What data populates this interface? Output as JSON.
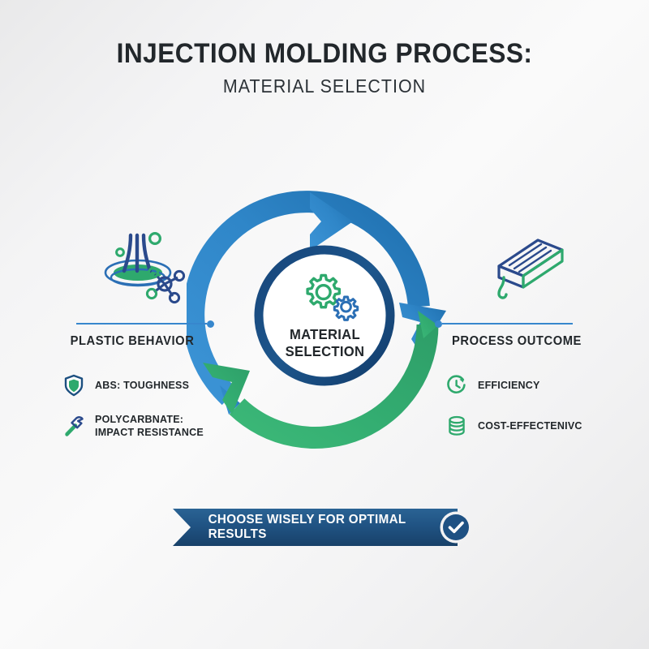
{
  "header": {
    "title": "INJECTION MOLDING PROCESS:",
    "subtitle": "MATERIAL SELECTION"
  },
  "center": {
    "label_line1": "MATERIAL",
    "label_line2": "SELECTION",
    "icon": "gears-icon"
  },
  "left_column": {
    "heading": "PLASTIC BEHAVIOR",
    "icon": "molten-plastic-molecule-icon",
    "bullets": [
      {
        "icon": "shield-icon",
        "label": "ABS: TOUGHNESS"
      },
      {
        "icon": "hammer-icon",
        "label": "POLYCARBNATE:\nIMPACT RESISTANCE"
      }
    ]
  },
  "right_column": {
    "heading": "PROCESS OUTCOME",
    "icon": "molded-part-icon",
    "bullets": [
      {
        "icon": "clock-refresh-icon",
        "label": "EFFICIENCY"
      },
      {
        "icon": "coins-stack-icon",
        "label": "COST-EFFECTENIVC"
      }
    ]
  },
  "banner": {
    "text": "CHOOSE WISELY FOR OPTIMAL RESULTS",
    "icon": "check-circle-icon"
  },
  "colors": {
    "blue": "#3086c8",
    "blue_dark": "#1d5080",
    "green": "#2ea96d",
    "navy": "#1c4f80",
    "text": "#22272b",
    "banner_bg": "#1e5183",
    "background": "#f4f4f5"
  }
}
